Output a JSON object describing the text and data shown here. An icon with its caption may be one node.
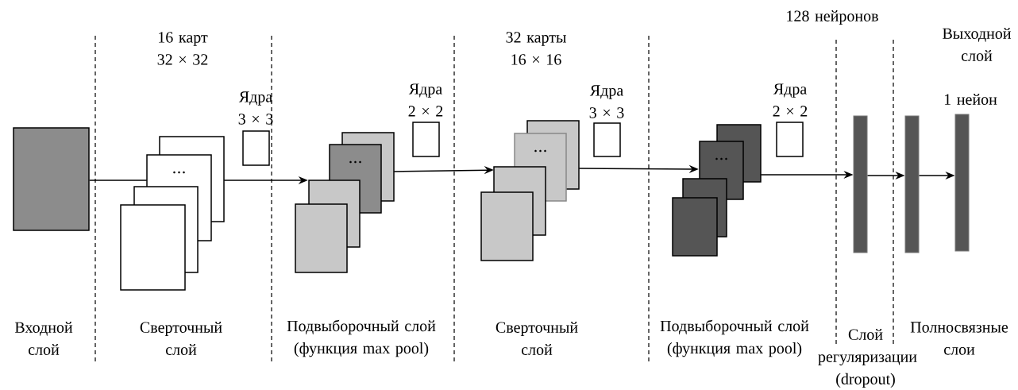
{
  "diagram": {
    "nodes": [
      {
        "text": [],
        "shape": "box"
      },
      {
        "text": [
          "16 карт 32 × 32"
        ]
      },
      {
        "text": [
          "Ядра 3 × 3"
        ]
      },
      {
        "text": [],
        "shape": "box"
      },
      {
        "text": [
          "Ядра 2 × 2"
        ]
      },
      {
        "text": [
          "32 карты 16 × 16"
        ]
      },
      {
        "text": [
          "Ядра 3 × 3"
        ]
      },
      {
        "text": [],
        "shape": "box"
      },
      {
        "text": [
          "Ядра 2 × 2"
        ]
      },
      {
        "text": [],
        "shape": "bar"
      },
      {
        "text": [],
        "shape": "bar"
      },
      {
        "text": [
          "1 нейон"
        ]
      }
    ],
    "edges": [
      {
        "from": 0,
        "to": 1,
        "arrow": "none"
      },
      {
        "from": 1,
        "to": 3,
        "arrow": "to"
      },
      {
        "from": 3,
        "to": 5,
        "arrow": "to"
      },
      {
        "from": 5,
        "to": 7,
        "arrow": "to"
      },
      {
        "from": 7,
        "to": 9,
        "arrow": "to"
      },
      {
        "from": 9,
        "to": 10,
        "arrow": "to"
      },
      {
        "from": 10,
        "to": 11,
        "arrow": "to"
      }
    ],
    "labels": [
      "128 нейронов",
      "Выходной слой",
      "Входной слой",
      "Сверточный слой",
      "Подвыборочный слой (функция max pool)",
      "Сверточный слой",
      "Подвыборочный слой (функция max pool)",
      "Слой регуляризации (dropout)",
      "Полносвязные слои"
    ]
  }
}
